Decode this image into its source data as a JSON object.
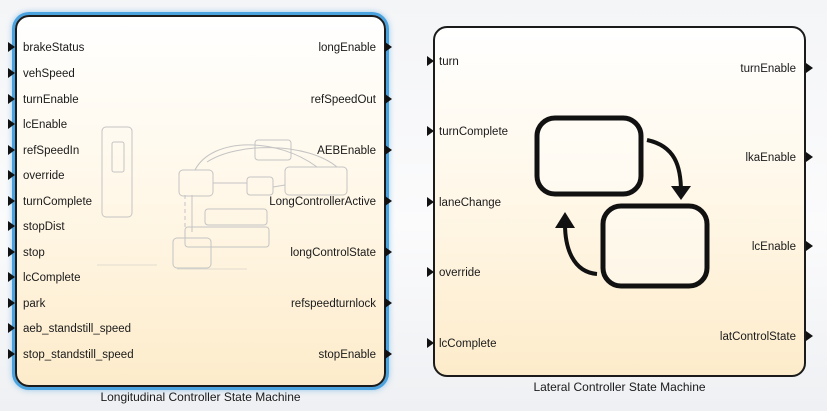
{
  "diagram": {
    "longitudinal": {
      "caption": "Longitudinal Controller State Machine",
      "inputs": [
        "brakeStatus",
        "vehSpeed",
        "turnEnable",
        "lcEnable",
        "refSpeedIn",
        "override",
        "turnComplete",
        "stopDist",
        "stop",
        "lcComplete",
        "park",
        "aeb_standstill_speed",
        "stop_standstill_speed"
      ],
      "outputs": [
        "longEnable",
        "refSpeedOut",
        "AEBEnable",
        "LongControllerActive",
        "longControlState",
        "refspeedturnlock",
        "stopEnable"
      ]
    },
    "lateral": {
      "caption": "Lateral Controller State Machine",
      "inputs": [
        "turn",
        "turnComplete",
        "laneChange",
        "override",
        "lcComplete"
      ],
      "outputs": [
        "turnEnable",
        "lkaEnable",
        "lcEnable",
        "latControlState"
      ]
    }
  }
}
